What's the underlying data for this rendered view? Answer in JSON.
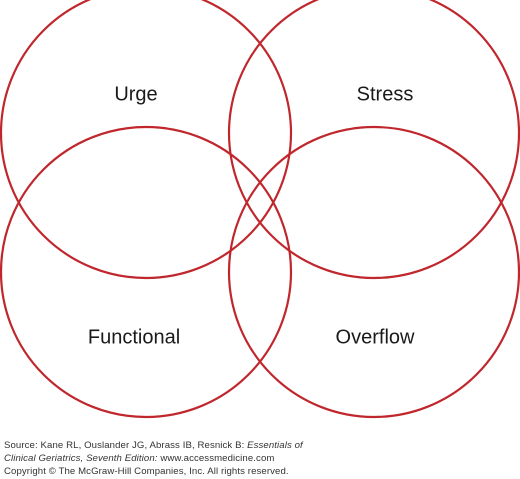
{
  "diagram": {
    "stroke_color": "#c0272d",
    "circles": [
      {
        "label": "Urge"
      },
      {
        "label": "Stress"
      },
      {
        "label": "Functional"
      },
      {
        "label": "Overflow"
      }
    ]
  },
  "source_note": {
    "line1_prefix": "Source: Kane RL, Ouslander JG, Abrass IB, Resnick B: ",
    "line1_italic": "Essentials of",
    "line2_italic": "Clinical Geriatrics, Seventh Edition: ",
    "line2_url": "www.accessmedicine.com",
    "line3": "Copyright © The McGraw-Hill Companies, Inc. All rights reserved."
  }
}
